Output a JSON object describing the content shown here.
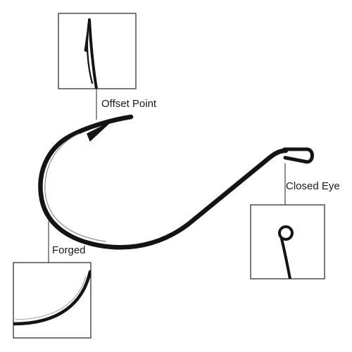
{
  "labels": {
    "offset_point": "Offset Point",
    "closed_eye": "Closed Eye",
    "forged": "Forged"
  },
  "colors": {
    "hook_metal": "#141414",
    "hook_shine": "#8a8a8a",
    "frame": "#222222",
    "background": "#ffffff"
  }
}
